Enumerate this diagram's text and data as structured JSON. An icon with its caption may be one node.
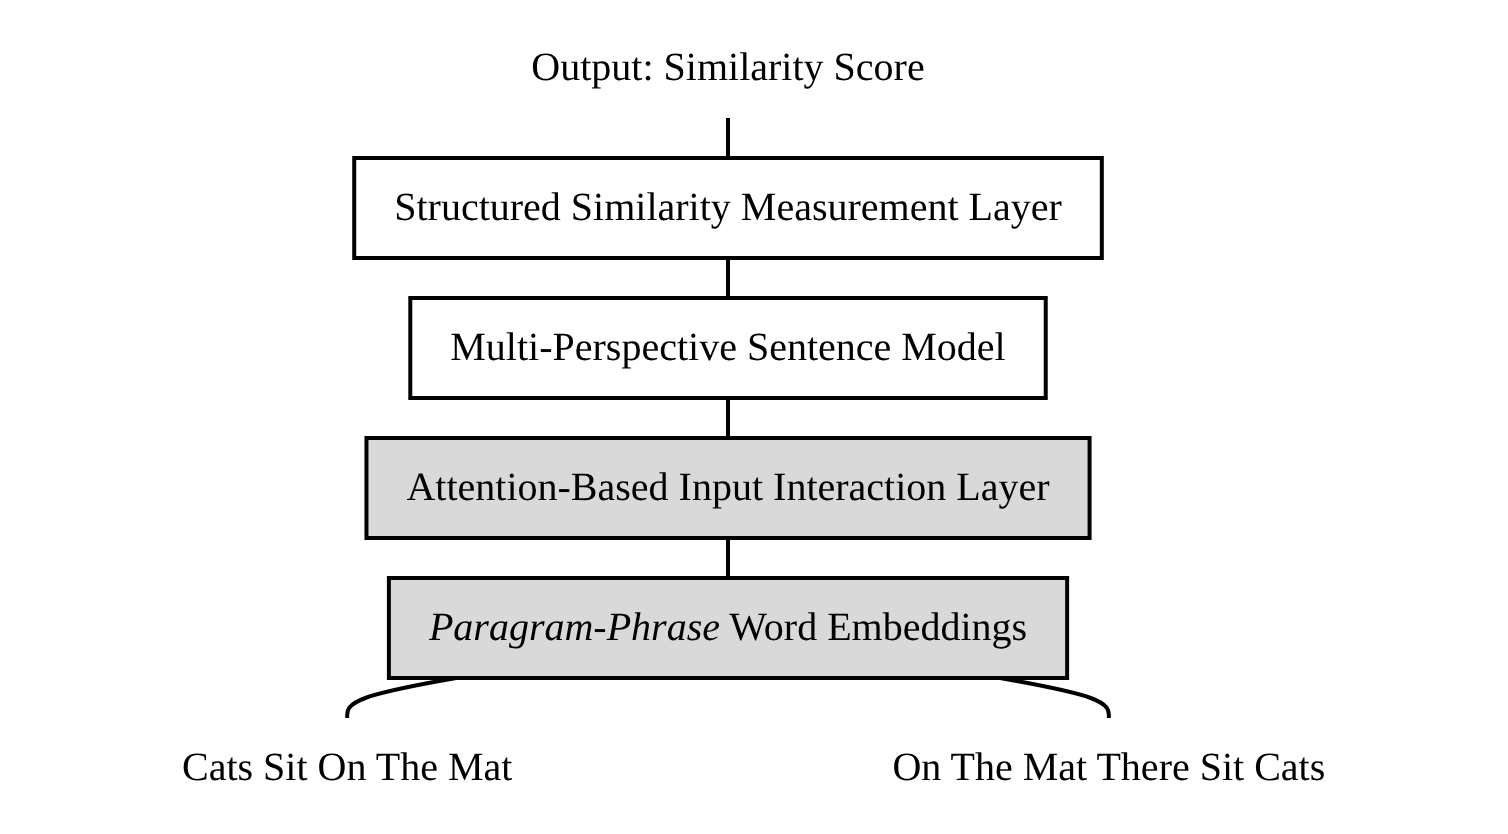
{
  "diagram": {
    "nodes": [
      {
        "text": [
          "Output: Similarity Score"
        ]
      },
      {
        "text": [
          "Structured Similarity Measurement Layer"
        ]
      },
      {
        "text": [
          "Multi-Perspective Sentence Model"
        ]
      },
      {
        "text": [
          "Attention-Based Input Interaction Layer"
        ]
      },
      {
        "text": [
          "*Paragram-Phrase* Word Embeddings"
        ]
      },
      {
        "text": [
          "Cats Sit On The Mat"
        ]
      },
      {
        "text": [
          "On The Mat There Sit Cats"
        ]
      }
    ],
    "edges": [
      {
        "from": 1,
        "to": 0,
        "arrow": "none"
      },
      {
        "from": 2,
        "to": 1,
        "arrow": "none"
      },
      {
        "from": 3,
        "to": 2,
        "arrow": "none"
      },
      {
        "from": 4,
        "to": 3,
        "arrow": "none"
      },
      {
        "from": 5,
        "to": 4,
        "arrow": "none"
      },
      {
        "from": 6,
        "to": 4,
        "arrow": "none"
      }
    ]
  }
}
